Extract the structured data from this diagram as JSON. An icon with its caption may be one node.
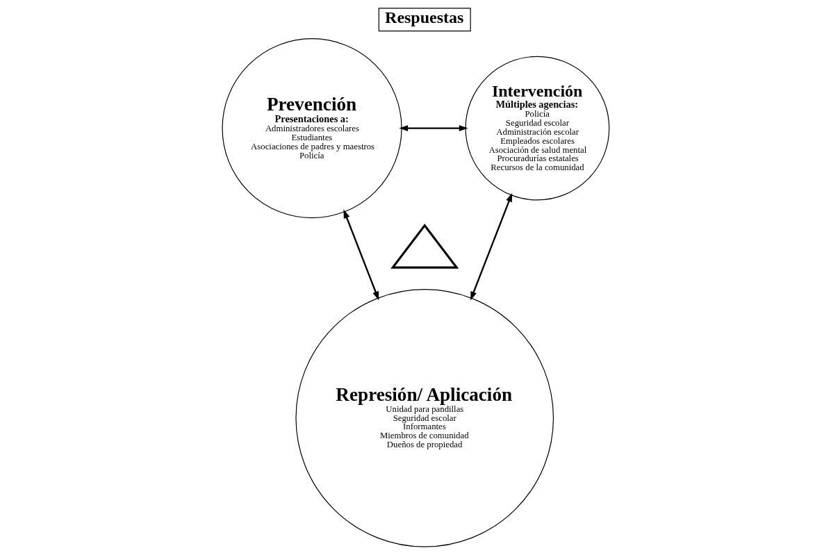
{
  "diagram": {
    "nodes": [
      {
        "text": [
          "Respuestas"
        ]
      },
      {
        "text": [
          "Prevención",
          "Presentaciones a:",
          "Administradores escolares",
          "Estudiantes",
          "Asociaciones de padres y maestros",
          "Policía"
        ]
      },
      {
        "text": [
          "Intervención",
          "Múltiples agencias:",
          "Policía",
          "Seguridad escolar",
          "Administración escolar",
          "Empleados escolares",
          "Asociación de salud mental",
          "Procuradurías estatales",
          "Recursos de la comunidad"
        ]
      },
      {
        "text": [],
        "shape": "triangle"
      },
      {
        "text": [
          "Represión/ Aplicación",
          "Unidad para pandillas",
          "Seguridad escolar",
          "Informantes",
          "Miembros de comunidad",
          "Dueños de propiedad"
        ]
      }
    ],
    "edges": [
      {
        "from": 1,
        "to": 2,
        "arrow": "both"
      },
      {
        "from": 1,
        "to": 4,
        "arrow": "both"
      },
      {
        "from": 4,
        "to": 2,
        "arrow": "both"
      }
    ]
  }
}
